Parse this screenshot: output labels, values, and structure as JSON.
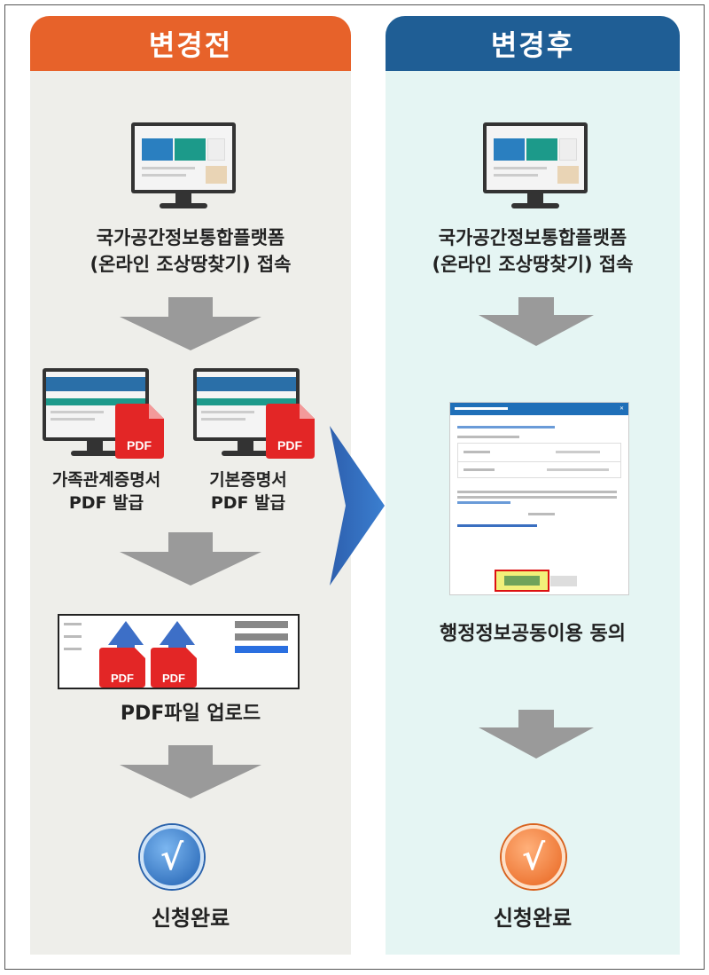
{
  "before": {
    "title": "변경전",
    "step1_line1": "국가공간정보통합플랫폼",
    "step1_line2": "(온라인 조상땅찾기) 접속",
    "doc1_line1": "가족관계증명서",
    "doc1_line2": "PDF 발급",
    "doc2_line1": "기본증명서",
    "doc2_line2": "PDF 발급",
    "pdf_label": "PDF",
    "upload": "PDF파일 업로드",
    "done": "신청완료"
  },
  "after": {
    "title": "변경후",
    "step1_line1": "국가공간정보통합플랫폼",
    "step1_line2": "(온라인 조상땅찾기) 접속",
    "consent": "행정정보공동이용 동의",
    "done": "신청완료"
  },
  "colors": {
    "before": "#e7622a",
    "after": "#1f5e95",
    "arrow": "#999999"
  }
}
